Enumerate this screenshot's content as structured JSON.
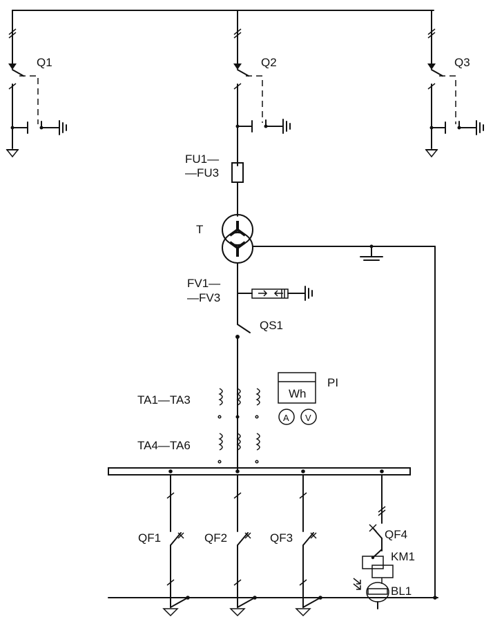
{
  "labels": {
    "q1": "Q1",
    "q2": "Q2",
    "q3": "Q3",
    "fu_line1": "FU1—",
    "fu_line2": "—FU3",
    "transformer": "T",
    "fv_line1": "FV1—",
    "fv_line2": "—FV3",
    "qs1": "QS1",
    "ta1_ta3": "TA1—TA3",
    "ta4_ta6": "TA4—TA6",
    "meter_panel": "PI",
    "watt_hour": "Wh",
    "ammeter": "A",
    "voltmeter": "V",
    "qf1": "QF1",
    "qf2": "QF2",
    "qf3": "QF3",
    "qf4": "QF4",
    "km1": "KM1",
    "bl1": "BL1"
  }
}
